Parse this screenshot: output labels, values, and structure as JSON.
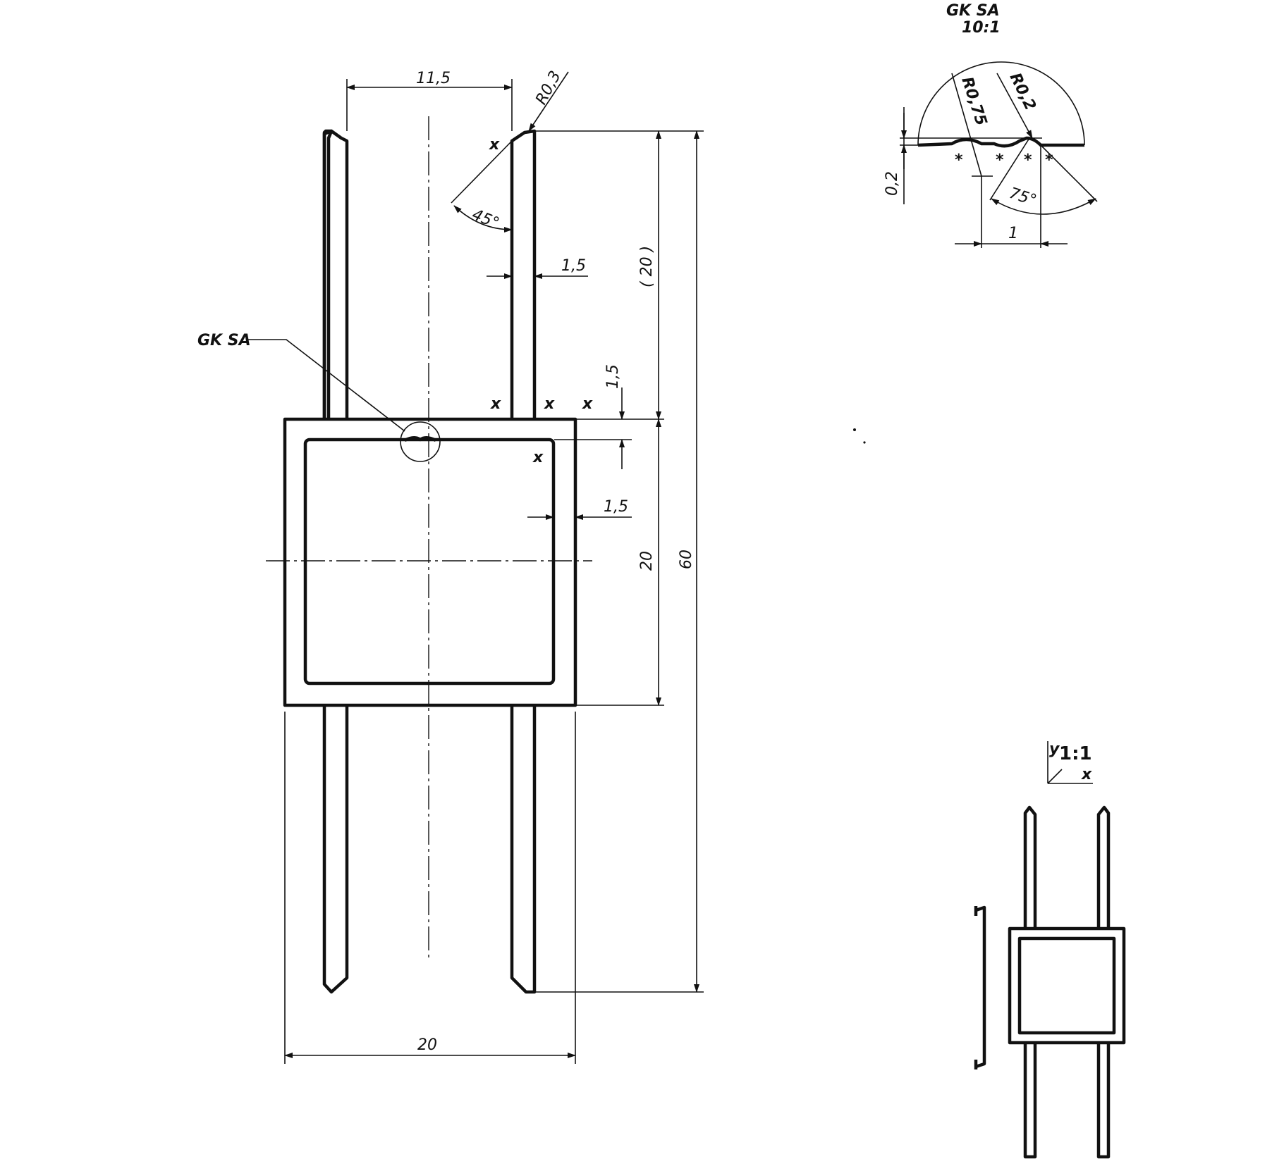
{
  "main_view": {
    "dimensions": {
      "top_width": "11,5",
      "radius_tip": "R0,3",
      "angle": "45°",
      "wall_top": "1,5",
      "height_upper": "( 20 )",
      "wall_box_top": "1,5",
      "wall_box_side": "1,5",
      "height_box": "20",
      "height_total": "60",
      "width_bottom": "20"
    },
    "detail_callout": "GK SA",
    "marks": [
      "x",
      "x",
      "x",
      "x",
      "x"
    ]
  },
  "detail_view": {
    "title": "GK SA",
    "scale": "10:1",
    "dimensions": {
      "radius_left": "R0,75",
      "radius_right": "R0,2",
      "depth": "0,2",
      "angle": "75°",
      "pitch": "1"
    },
    "marks": [
      "*",
      "*",
      "*",
      "*"
    ]
  },
  "small_view": {
    "scale": "1:1",
    "axis_y": "y",
    "axis_x": "x"
  }
}
